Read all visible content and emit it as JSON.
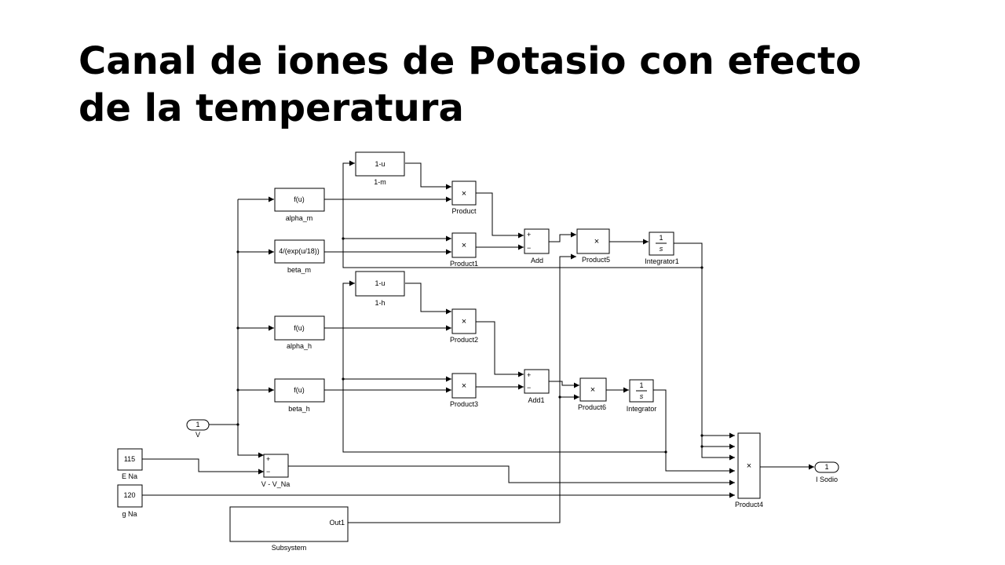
{
  "title": {
    "line1": "Canal de iones de Potasio con efecto",
    "line2": "de la temperatura"
  },
  "blocks": {
    "one_minus_m": {
      "expr": "1-u",
      "label": "1-m"
    },
    "alpha_m": {
      "expr": "f(u)",
      "label": "alpha_m"
    },
    "beta_m": {
      "expr": "4/(exp(u/18))",
      "label": "beta_m"
    },
    "one_minus_h": {
      "expr": "1-u",
      "label": "1-h"
    },
    "alpha_h": {
      "expr": "f(u)",
      "label": "alpha_h"
    },
    "beta_h": {
      "expr": "f(u)",
      "label": "beta_h"
    },
    "inport_v": {
      "num": "1",
      "label": "V"
    },
    "e_na": {
      "value": "115",
      "label": "E Na"
    },
    "g_na": {
      "value": "120",
      "label": "g Na"
    },
    "v_minus_vna": {
      "plus": "+",
      "minus": "−",
      "label": "V - V_Na"
    },
    "subsystem": {
      "port": "Out1",
      "label": "Subsystem"
    },
    "product": {
      "sym": "×",
      "label": "Product"
    },
    "product1": {
      "sym": "×",
      "label": "Product1"
    },
    "product2": {
      "sym": "×",
      "label": "Product2"
    },
    "product3": {
      "sym": "×",
      "label": "Product3"
    },
    "add": {
      "plus": "+",
      "minus": "−",
      "label": "Add"
    },
    "add1": {
      "plus": "+",
      "minus": "−",
      "label": "Add1"
    },
    "product5": {
      "sym": "×",
      "label": "Product5"
    },
    "product6": {
      "sym": "×",
      "label": "Product6"
    },
    "integrator1": {
      "num": "1",
      "den": "s",
      "label": "Integrator1"
    },
    "integrator": {
      "num": "1",
      "den": "s",
      "label": "Integrator"
    },
    "product4": {
      "sym": "×",
      "label": "Product4"
    },
    "outport": {
      "num": "1",
      "label": "I Sodio"
    }
  }
}
